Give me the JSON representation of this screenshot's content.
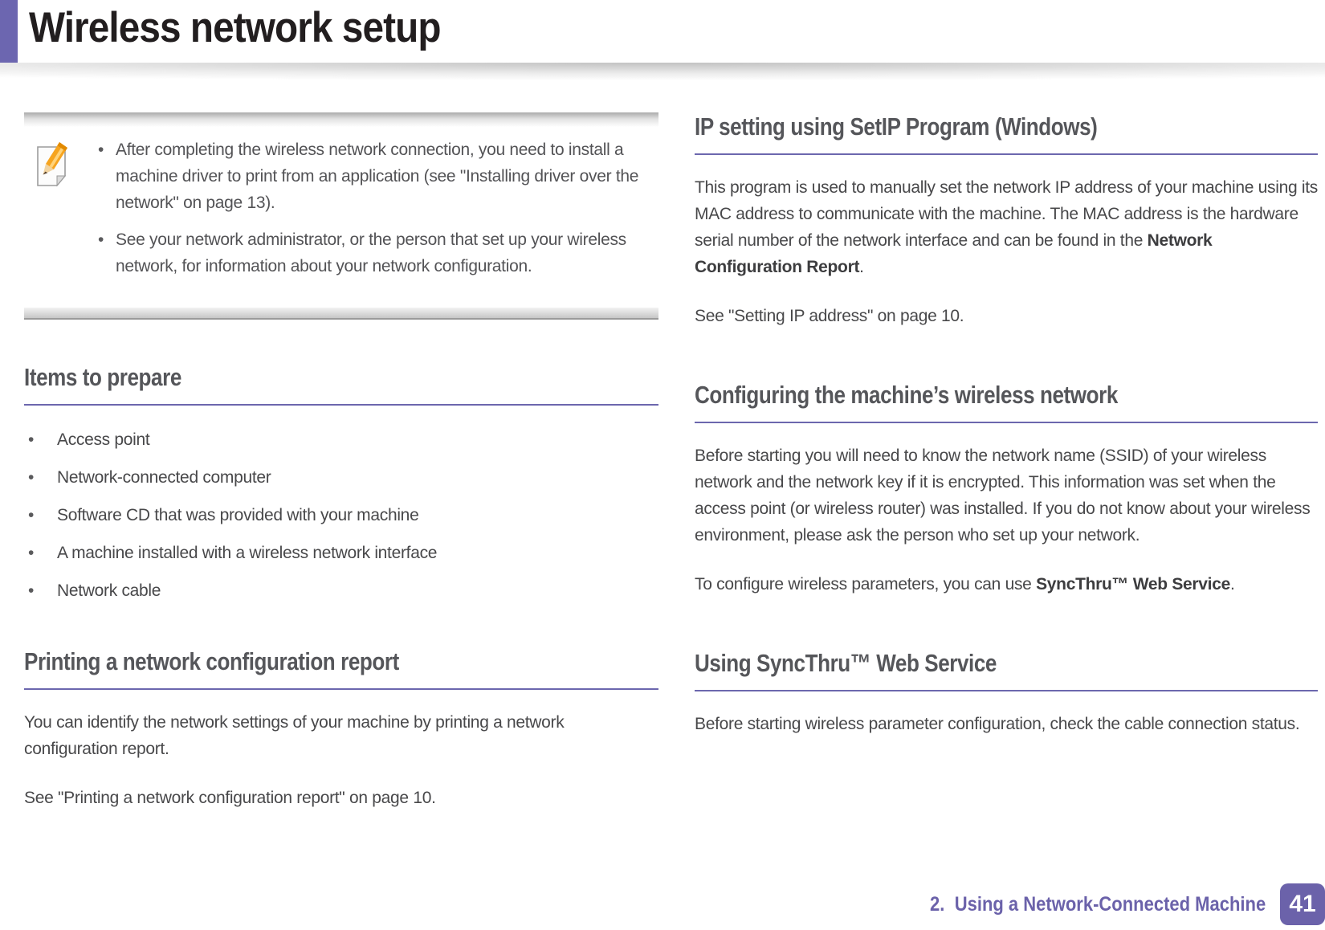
{
  "page": {
    "title": "Wireless network setup",
    "footer": {
      "chapter_number": "2.",
      "chapter_title": "Using a Network-Connected Machine",
      "page_number": "41"
    },
    "colors": {
      "accent_purple": "#6c66b0",
      "heading_gray": "#55565a",
      "body_gray": "#48484a",
      "footer_purple": "#6b62aa"
    }
  },
  "ui": {
    "bullet_char": "•",
    "note_icon": "note-pencil-icon"
  },
  "note": {
    "bullets": [
      "After completing the wireless network connection, you need to install a machine driver to print from an application (see \"Installing driver over the network\" on page 13).",
      "See your network administrator, or the person that set up your wireless network, for information about your network configuration."
    ]
  },
  "items_to_prepare": {
    "heading": "Items to prepare",
    "items": [
      "Access point",
      "Network-connected computer",
      "Software CD that was provided with your machine",
      "A machine installed with a wireless network interface",
      "Network cable"
    ]
  },
  "printing_report": {
    "heading": "Printing a network configuration report",
    "p1": "You can identify the network settings of your machine by printing a network configuration report.",
    "p2": "See \"Printing a network configuration report\" on page 10."
  },
  "setip": {
    "heading": "IP setting using SetIP Program (Windows)",
    "p1_pre": "This program is used to manually set the network IP address of your machine using its MAC address to communicate with the machine. The MAC address is the hardware serial number of the network interface and can be found in the ",
    "p1_bold": "Network Configuration Report",
    "p1_post": ".",
    "p2": "See \"Setting IP address\" on page 10."
  },
  "configuring": {
    "heading": "Configuring the machine’s wireless network",
    "p1": "Before starting you will need to know the network name (SSID) of your wireless network and the network key if it is encrypted. This information was set when the access point (or wireless router) was installed. If you do not know about your wireless environment, please ask the person who set up your network.",
    "p2_pre": "To configure wireless parameters, you can use ",
    "p2_bold": "SyncThru™ Web Service",
    "p2_post": "."
  },
  "syncthru": {
    "heading": "Using SyncThru™ Web Service",
    "p1": "Before starting wireless parameter configuration, check the cable connection status."
  }
}
